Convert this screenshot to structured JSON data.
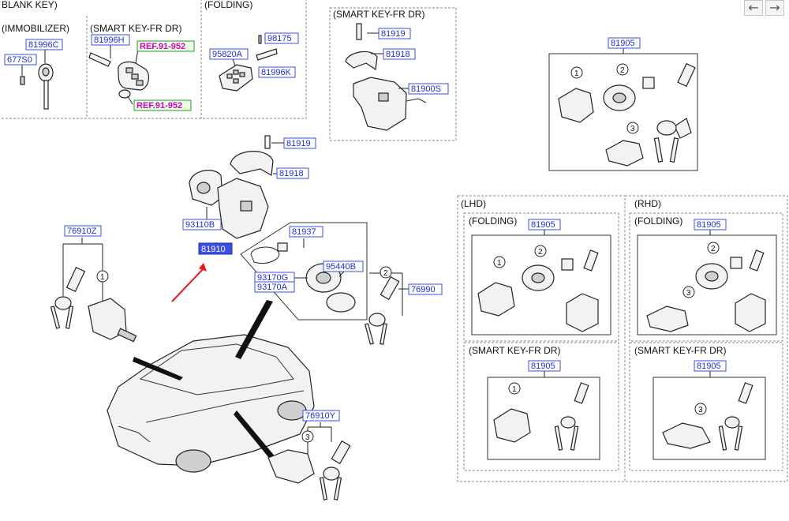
{
  "nav": {
    "back": "←",
    "forward": "→"
  },
  "headers": {
    "blank_key": "BLANK KEY)",
    "immobilizer": "(IMMOBILIZER)",
    "smart_key_top": "(SMART KEY-FR DR)",
    "folding_top": "(FOLDING)",
    "smart_key_right": "(SMART KEY-FR DR)",
    "lhd": "(LHD)",
    "rhd": "(RHD)",
    "lhd_folding": "(FOLDING)",
    "rhd_folding": "(FOLDING)",
    "lhd_smart": "(SMART KEY-FR DR)",
    "rhd_smart": "(SMART KEY-FR DR)"
  },
  "labels": {
    "p81996c": "81996C",
    "p677s0": "677S0",
    "p81996h": "81996H",
    "ref1": "REF.91-952",
    "ref2": "REF.91-952",
    "p95820a": "95820A",
    "p98175": "98175",
    "p81996k": "81996K",
    "p81919_top": "81919",
    "p81918_top": "81918",
    "p81900s": "81900S",
    "p81905_top": "81905",
    "p81919": "81919",
    "p81918": "81918",
    "p93110b": "93110B",
    "p81910": "81910",
    "p81937": "81937",
    "p93170g": "93170G",
    "p93170a": "93170A",
    "p95440b": "95440B",
    "p76910z": "76910Z",
    "p76990": "76990",
    "p76910y": "76910Y",
    "p81905_lhd_fold": "81905",
    "p81905_rhd_fold": "81905",
    "p81905_lhd_smart": "81905",
    "p81905_rhd_smart": "81905"
  },
  "callouts": {
    "one": "1",
    "two": "2",
    "three": "3"
  },
  "colors": {
    "label_text": "#1d2fd8",
    "label_border": "#3b4ee0",
    "selected_fill": "#3d4fe3",
    "ref_text": "#d400c8",
    "ref_border": "#2a9a2a",
    "arrow": "#e8161a"
  }
}
